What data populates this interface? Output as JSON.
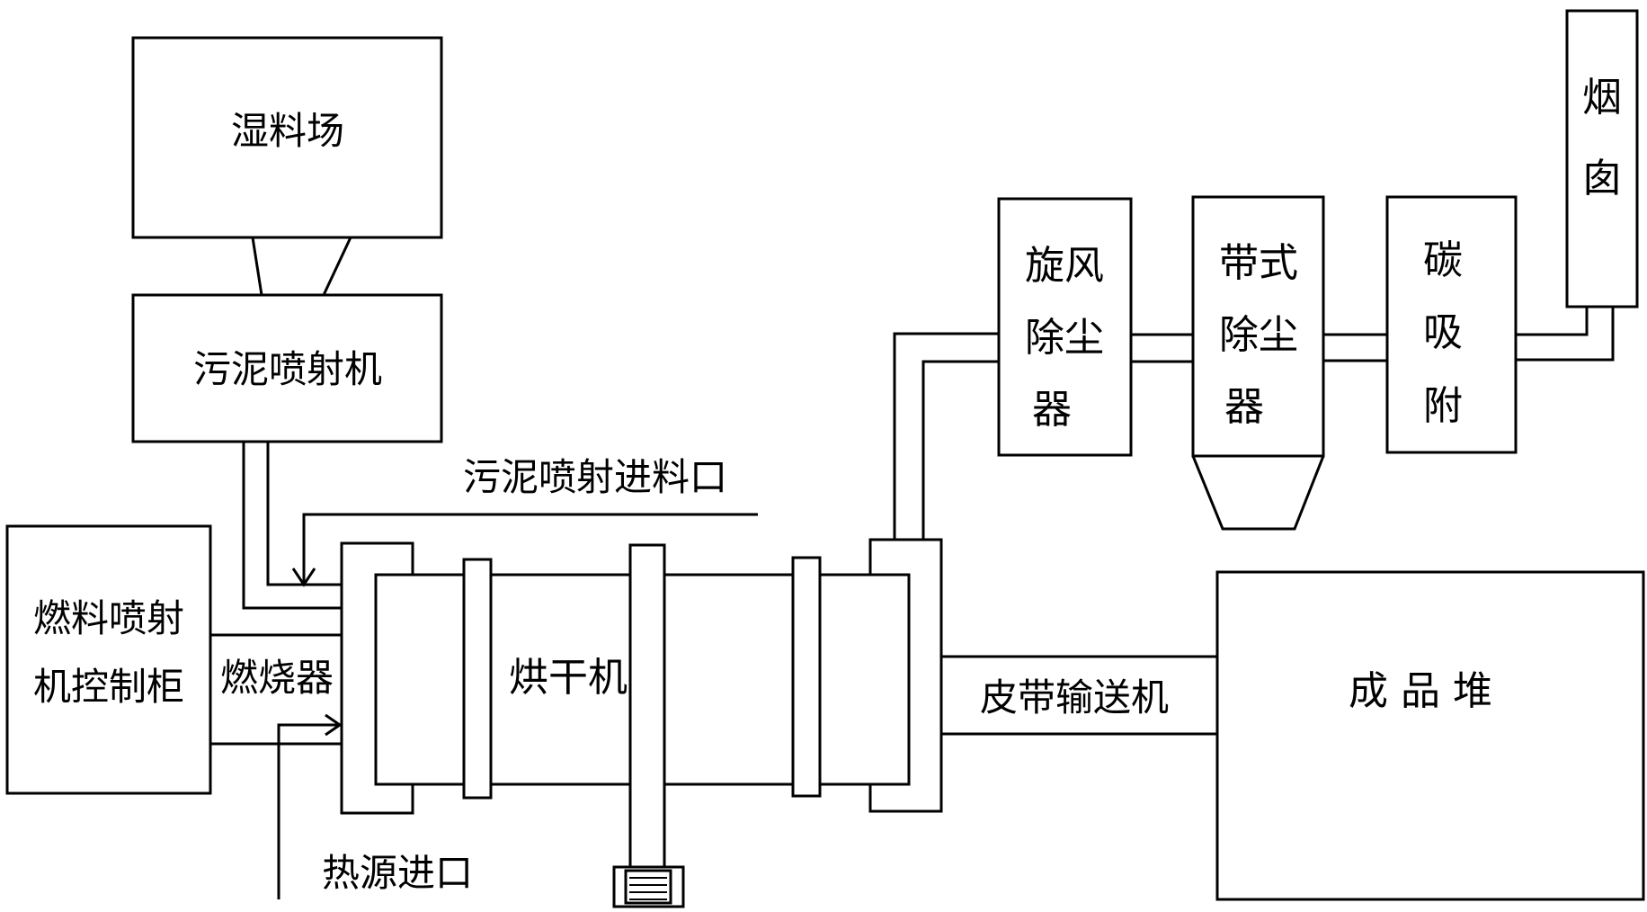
{
  "labels": {
    "wet_yard": "湿料场",
    "sludge_sprayer": "污泥喷射机",
    "sludge_inlet": "污泥喷射进料口",
    "fuel_cabinet_line1": "燃料喷射",
    "fuel_cabinet_line2": "机控制柜",
    "burner": "燃烧器",
    "heat_inlet": "热源进口",
    "dryer": "烘干机",
    "cyclone": [
      "旋风",
      "除尘",
      "器"
    ],
    "bag_filter": [
      "带式",
      "除尘",
      "器"
    ],
    "carbon": [
      "碳",
      "吸",
      "附"
    ],
    "chimney": [
      "烟",
      "囱"
    ],
    "conveyor": "皮带输送机",
    "product_pile": "成 品 堆"
  },
  "colors": {
    "stroke": "#000000",
    "background": "#ffffff"
  }
}
